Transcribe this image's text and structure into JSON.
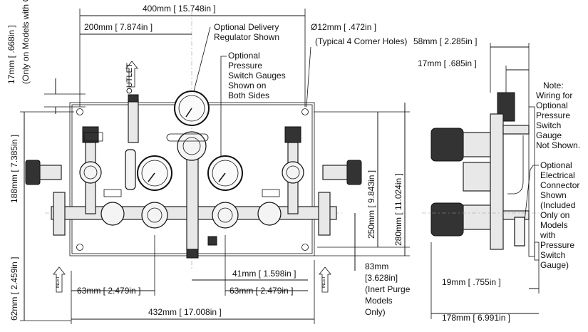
{
  "dimensions": {
    "d400": {
      "value": "400mm",
      "inch": "15.748in"
    },
    "d200": {
      "value": "200mm",
      "inch": "7.874in"
    },
    "d17left": {
      "value": "17mm",
      "inch": ".668in",
      "note": "(Only on Models with Outlet Gauge)"
    },
    "hole": {
      "value": "12mm",
      "inch": ".472in",
      "note": "(Typical 4 Corner Holes)"
    },
    "d188": {
      "value": "188mm",
      "inch": "7.385in"
    },
    "d62": {
      "value": "62mm",
      "inch": "2.459in"
    },
    "d250": {
      "value": "250mm",
      "inch": "9.843in"
    },
    "d280": {
      "value": "280mm",
      "inch": "11.024in"
    },
    "d41": {
      "value": "41mm",
      "inch": "1.598in"
    },
    "d63a": {
      "value": "63mm",
      "inch": "2.479in"
    },
    "d63b": {
      "value": "63mm",
      "inch": "2.479in"
    },
    "d432": {
      "value": "432mm",
      "inch": "17.008in"
    },
    "d83": {
      "value": "83mm",
      "inch": "[3.628in]",
      "note": "(Inert Purge Models Only)"
    },
    "d58": {
      "value": "58mm",
      "inch": "2.285in"
    },
    "d17right": {
      "value": "17mm",
      "inch": ".685in"
    },
    "d19": {
      "value": "19mm",
      "inch": ".755in"
    },
    "d178": {
      "value": "178mm",
      "inch": "6.991in"
    }
  },
  "callouts": {
    "delivery": [
      "Optional Delivery",
      "Regulator Shown"
    ],
    "pressure_switch": [
      "Optional",
      "Pressure",
      "Switch Gauges",
      "Shown on",
      "Both Sides"
    ],
    "wiring": [
      "Note:",
      "Wiring for",
      "Optional",
      "Pressure",
      "Switch",
      "Gauge",
      "Not Shown."
    ],
    "connector": [
      "Optional",
      "Electrical",
      "Connector",
      "Shown",
      "(Included",
      "Only on",
      "Models",
      "with",
      "Pressure",
      "Switch",
      "Gauge)"
    ]
  },
  "labels": {
    "outlet": "OUTLET",
    "inlet": "INLET"
  },
  "symbols": {
    "diameter": "Ø"
  }
}
